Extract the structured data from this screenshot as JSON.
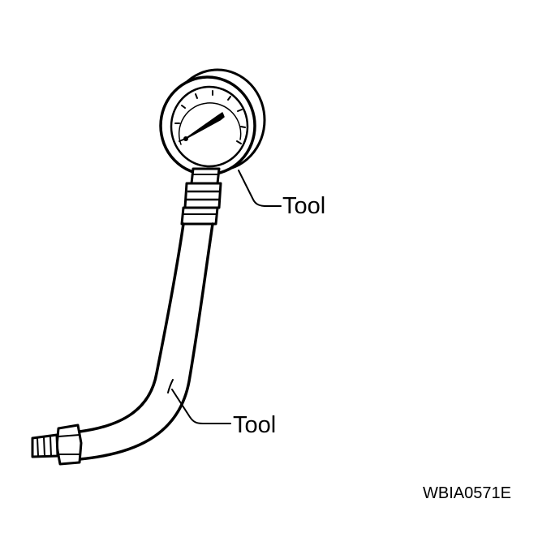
{
  "figure": {
    "callouts": [
      {
        "part": "pressure-gauge",
        "label": "Tool"
      },
      {
        "part": "hose-assembly",
        "label": "Tool"
      }
    ],
    "code": "WBIA0571E"
  },
  "colors": {
    "ink": "#000000",
    "background": "#ffffff"
  }
}
